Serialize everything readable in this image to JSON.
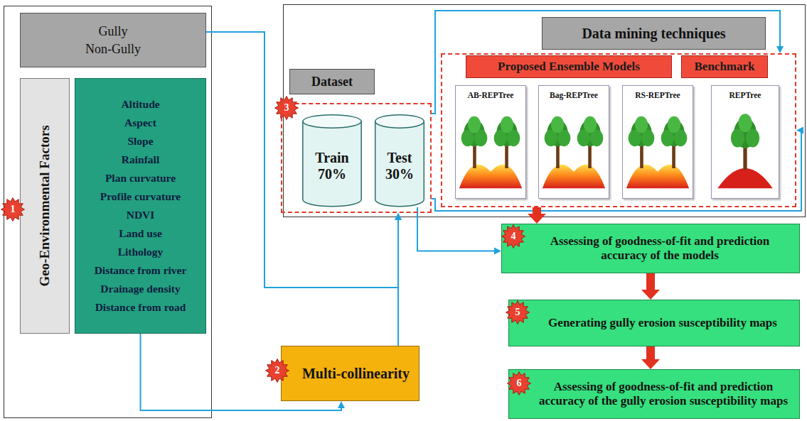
{
  "diagram": {
    "nodes": [
      {
        "text": [
          "Gully",
          "Non-Gully"
        ]
      },
      {
        "text": [
          "Geo-Environmental Factors"
        ]
      },
      {
        "text": [
          "Altitude",
          "Aspect",
          "Slope",
          "Rainfall",
          "Plan curvature",
          "Profile curvature",
          "NDVI",
          "Land use",
          "Lithology",
          "Distance from river",
          "Drainage density",
          "Distance from road"
        ]
      },
      {
        "text": [
          "Multi-collinearity"
        ]
      },
      {
        "text": [
          "Dataset"
        ]
      },
      {
        "text": [
          "Train 70%"
        ],
        "in": 4
      },
      {
        "text": [
          "Test 30%"
        ],
        "in": 4
      },
      {
        "text": [
          "Data mining techniques"
        ]
      },
      {
        "text": [
          "Proposed Ensemble Models"
        ],
        "in": 7
      },
      {
        "text": [
          "Benchmark"
        ],
        "in": 7
      },
      {
        "text": [
          "AB-REPTree"
        ],
        "in": 7
      },
      {
        "text": [
          "Bag-REPTree"
        ],
        "in": 7
      },
      {
        "text": [
          "RS-REPTree"
        ],
        "in": 7
      },
      {
        "text": [
          "REPTree"
        ],
        "in": 7
      },
      {
        "text": [
          "Assessing of goodness-of-fit and prediction accuracy of the models"
        ]
      },
      {
        "text": [
          "Generating gully erosion susceptibility maps"
        ]
      },
      {
        "text": [
          "Assessing of goodness-of-fit and prediction accuracy of the gully erosion susceptibility maps"
        ]
      }
    ],
    "edges": [
      {
        "from": 0,
        "to": 4,
        "arrow": "to"
      },
      {
        "from": 3,
        "to": 4,
        "arrow": "to"
      },
      {
        "from": 2,
        "to": 3,
        "arrow": "to"
      },
      {
        "from": 4,
        "to": 7,
        "arrow": "to"
      },
      {
        "from": 4,
        "to": 7,
        "arrow": "to"
      },
      {
        "from": 6,
        "to": 14,
        "arrow": "to"
      },
      {
        "from": 7,
        "to": 14,
        "arrow": "to"
      },
      {
        "from": 14,
        "to": 15,
        "arrow": "to"
      },
      {
        "from": 15,
        "to": 16,
        "arrow": "to"
      }
    ],
    "labels": [
      "1",
      "2",
      "3",
      "4",
      "5",
      "6"
    ]
  }
}
